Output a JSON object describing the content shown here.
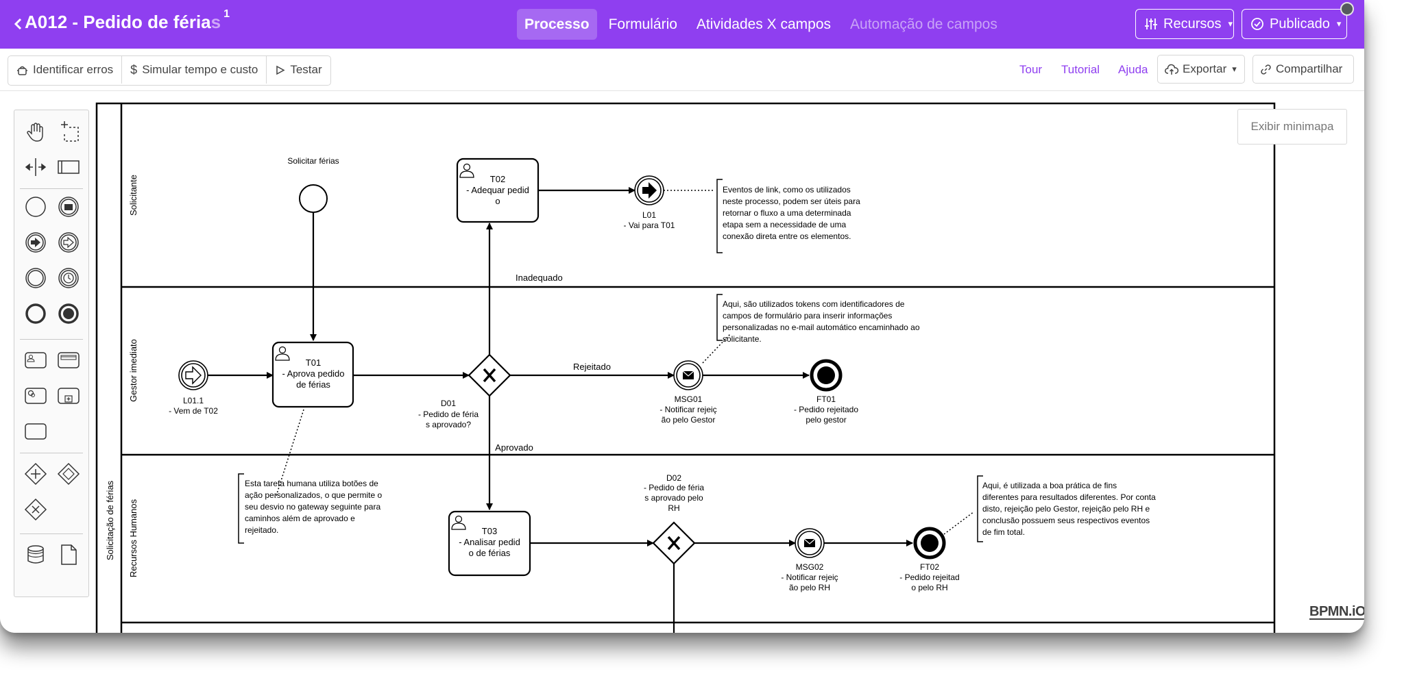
{
  "header": {
    "title_main": "A012 - Pedido de féria",
    "title_fade": "s",
    "title_sup": "1",
    "tabs": [
      "Processo",
      "Formulário",
      "Atividades X campos",
      "Automação de campos"
    ],
    "resources_label": "Recursos",
    "published_label": "Publicado"
  },
  "toolbar": {
    "identify_errors": "Identificar erros",
    "simulate": "Simular tempo e custo",
    "test": "Testar",
    "tour": "Tour",
    "tutorial": "Tutorial",
    "help": "Ajuda",
    "export": "Exportar",
    "share": "Compartilhar"
  },
  "canvas": {
    "minimap": "Exibir minimapa",
    "watermark": "BPMN.iO"
  },
  "diagram": {
    "pool": "Solicitação de férias",
    "lanes": [
      "Solicitante",
      "Gestor imediato",
      "Recursos  Humanos"
    ],
    "start_event": "Solicitar férias",
    "t02": [
      "T02",
      "- Adequar pedid",
      "o"
    ],
    "l01": [
      "L01",
      "- Vai para T01"
    ],
    "t01": [
      "T01",
      "- Aprova pedido",
      "de férias"
    ],
    "l011": [
      "L01.1",
      "- Vem de T02"
    ],
    "d01": [
      "D01",
      "- Pedido de féria",
      "s aprovado?"
    ],
    "msg01": [
      "MSG01",
      "- Notificar rejeiç",
      "ão pelo Gestor"
    ],
    "ft01": [
      "FT01",
      "- Pedido rejeitado",
      "pelo gestor"
    ],
    "t03": [
      "T03",
      "- Analisar pedid",
      "o de férias"
    ],
    "d02": [
      "D02",
      "- Pedido de féria",
      "s aprovado pelo",
      "RH"
    ],
    "msg02": [
      "MSG02",
      "- Notificar rejeiç",
      "ão pelo RH"
    ],
    "ft02": [
      "FT02",
      "- Pedido rejeitad",
      "o pelo RH"
    ],
    "flow_inadequado": "Inadequado",
    "flow_rejeitado": "Rejeitado",
    "flow_aprovado": "Aprovado",
    "note_link": [
      "Eventos de link, como os utilizados",
      "neste processo, podem ser úteis para",
      "retornar o fluxo a uma determinada",
      "etapa sem a necessidade de uma",
      "conexão direta entre os elementos."
    ],
    "note_tokens": [
      "Aqui, são utilizados tokens com identificadores de",
      "campos de formulário para inserir informações",
      "personalizadas no e-mail automático encaminhado ao",
      "solicitante."
    ],
    "note_task": [
      "Esta tarefa humana utiliza botões de",
      "ação personalizados, o que permite o",
      "seu desvio no gateway seguinte para",
      "caminhos além de aprovado e",
      "rejeitado."
    ],
    "note_ends": [
      "Aqui, é utilizada a boa prática de fins",
      "diferentes para resultados diferentes. Por conta",
      "disto, rejeição pelo Gestor, rejeição pelo RH e",
      "conclusão possuem seus respectivos eventos",
      "de fim total."
    ]
  }
}
